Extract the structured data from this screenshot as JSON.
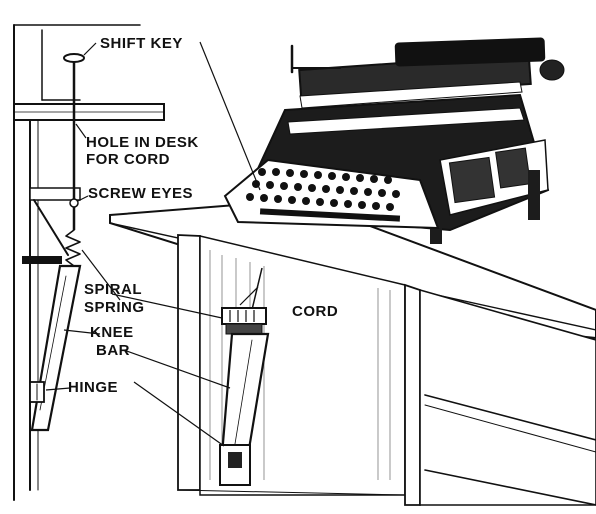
{
  "diagram": {
    "labels": {
      "shift_key": "SHIFT KEY",
      "hole_line1": "HOLE IN DESK",
      "hole_line2": "FOR CORD",
      "screw_eyes": "SCREW EYES",
      "spiral_line1": "SPIRAL",
      "spiral_line2": "SPRING",
      "knee_line1": "KNEE",
      "knee_line2": "BAR",
      "hinge": "HINGE",
      "cord": "CORD"
    },
    "colors": {
      "ink": "#111111",
      "paper": "#ffffff",
      "shade": "#555555"
    },
    "icons": [
      "typewriter-icon"
    ]
  }
}
